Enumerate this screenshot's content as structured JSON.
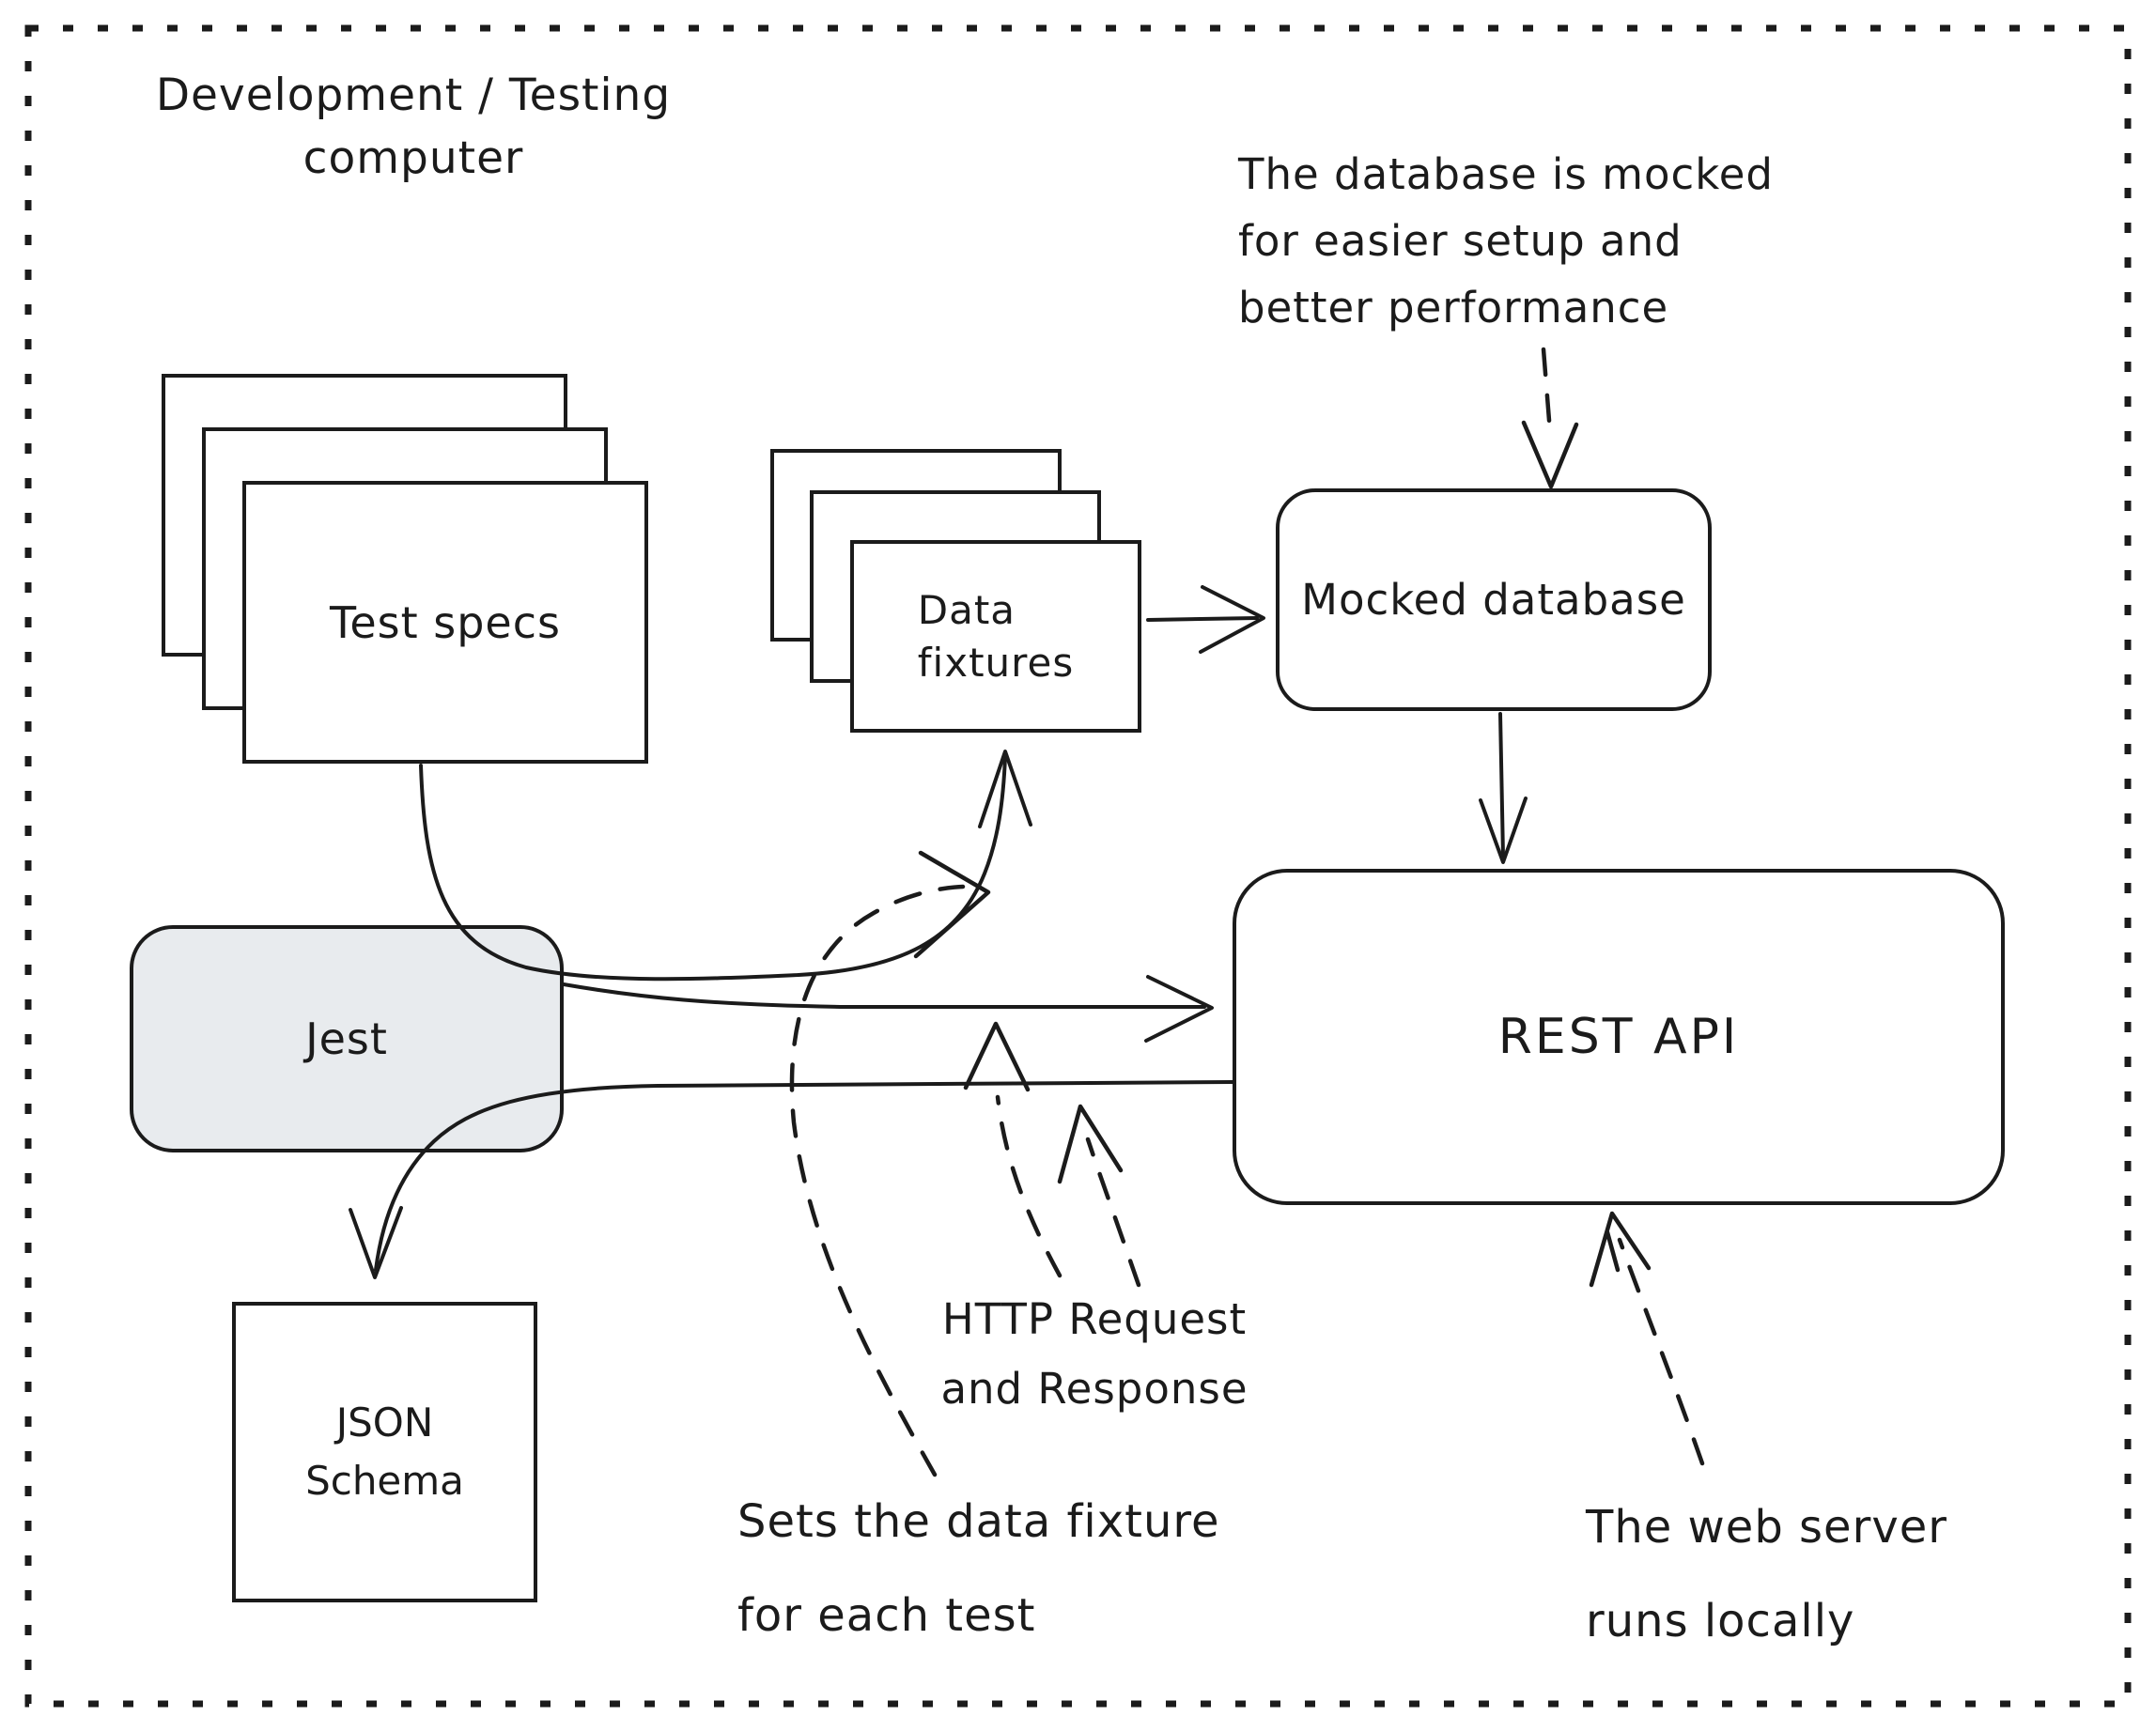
{
  "canvas": {
    "ink_color": "#1b1b1b",
    "background": "#ffffff",
    "border": "dotted"
  },
  "title": {
    "lines": [
      "Development / Testing",
      "computer"
    ]
  },
  "nodes": {
    "test_specs": {
      "label": "Test specs",
      "type": "stacked-documents"
    },
    "data_fixtures": {
      "lines": [
        "Data",
        "fixtures"
      ],
      "type": "stacked-documents"
    },
    "mocked_database": {
      "label": "Mocked database"
    },
    "jest": {
      "label": "Jest",
      "fill": "#e8ebee"
    },
    "rest_api": {
      "label": "REST API"
    },
    "json_schema": {
      "lines": [
        "JSON",
        "Schema"
      ]
    }
  },
  "annotations": {
    "db_mock": {
      "lines": [
        "The database is mocked",
        "for easier setup and",
        "better performance"
      ]
    },
    "http": {
      "lines": [
        "HTTP Request",
        "and Response"
      ]
    },
    "fixture_note": {
      "lines": [
        "Sets the data fixture",
        "for each test"
      ]
    },
    "web_server": {
      "lines": [
        "The web server",
        "runs locally"
      ]
    }
  },
  "edges": [
    {
      "from": "test-specs",
      "to": "data-fixtures",
      "style": "solid-curve",
      "through": "jest"
    },
    {
      "from": "data-fixtures",
      "to": "mocked-database",
      "style": "solid"
    },
    {
      "from": "mocked-database",
      "to": "rest-api",
      "style": "solid"
    },
    {
      "from": "jest",
      "to": "rest-api",
      "style": "solid"
    },
    {
      "from": "rest-api",
      "to": "json-schema",
      "style": "solid-curve",
      "through": "jest"
    },
    {
      "from": "annotation-db-mock",
      "to": "mocked-database",
      "style": "dashed"
    },
    {
      "from": "annotation-fixture-note",
      "to": "test-specs-to-data-fixtures-arrow",
      "style": "dashed"
    },
    {
      "from": "annotation-http",
      "to": "jest-to-rest-api-arrow",
      "style": "dashed"
    },
    {
      "from": "annotation-http",
      "to": "rest-api-to-jest-arrow",
      "style": "dashed"
    },
    {
      "from": "annotation-web-server",
      "to": "rest-api",
      "style": "dashed"
    }
  ]
}
